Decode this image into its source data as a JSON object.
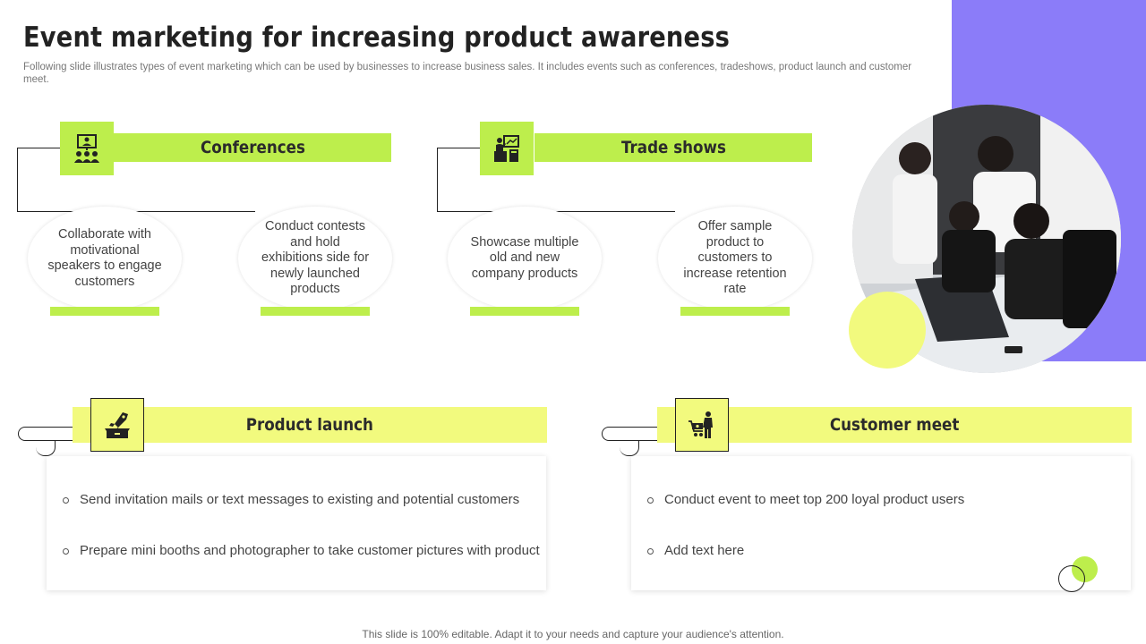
{
  "slide": {
    "title": "Event marketing for increasing product awareness",
    "subtitle": "Following slide illustrates types of event marketing which can be used by businesses to increase business sales. It includes events such as conferences, tradeshows, product launch and customer meet.",
    "footer": "This slide is 100% editable. Adapt it to your needs and capture your audience's attention."
  },
  "sections": {
    "conferences": {
      "label": "Conferences",
      "icon": "conference-icon",
      "cards": [
        "Collaborate with motivational speakers to engage customers",
        "Conduct contests and hold exhibitions side for newly launched products"
      ]
    },
    "trade_shows": {
      "label": "Trade shows",
      "icon": "trade-show-icon",
      "cards": [
        "Showcase multiple old and new company products",
        "Offer sample product to customers to increase retention rate"
      ]
    },
    "product_launch": {
      "label": "Product launch",
      "icon": "rocket-box-icon",
      "bullets": [
        "Send invitation mails or text messages to existing and potential customers",
        "Prepare mini booths and photographer to take customer pictures with product"
      ]
    },
    "customer_meet": {
      "label": "Customer meet",
      "icon": "shopping-cart-person-icon",
      "bullets": [
        "Conduct event to meet top 200 loyal product users",
        "Add text here"
      ]
    }
  },
  "colors": {
    "green": "#bdee4c",
    "yellow": "#f2fa7e",
    "purple": "#8b7cf9"
  }
}
